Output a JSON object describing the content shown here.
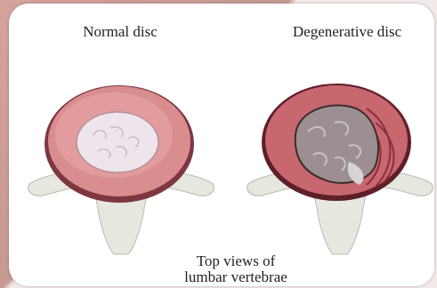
{
  "labels": {
    "normal": "Normal disc",
    "degenerative": "Degenerative disc",
    "caption_line1": "Top views of",
    "caption_line2": "lumbar vertebrae"
  },
  "colors": {
    "annulus": "#d98d8f",
    "annulus_edge": "#7e3640",
    "nucleus": "#eee5ec",
    "degenerate_nucleus": "#9b8f91",
    "bone": "#e6e8df",
    "bone_shade": "#c9ccbf"
  }
}
